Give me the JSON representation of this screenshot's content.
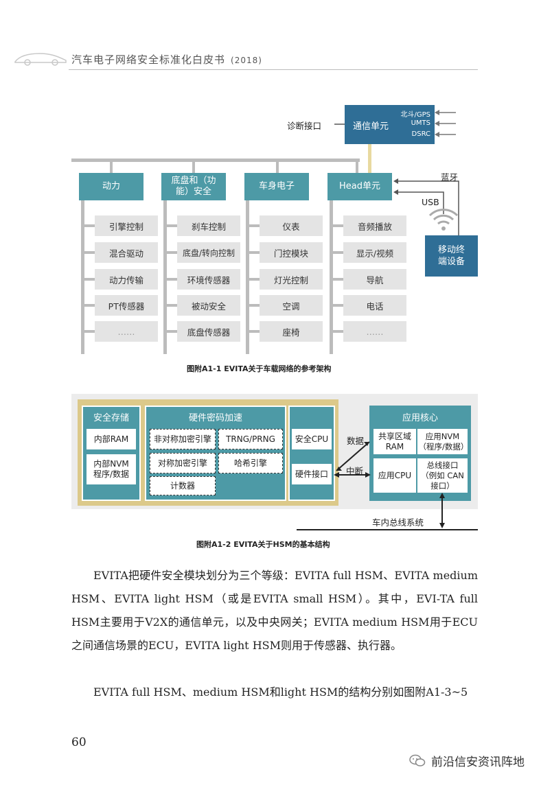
{
  "header": {
    "title": "汽车电子网络安全标准化白皮书",
    "year": "(2018)"
  },
  "fig1": {
    "diag_label": "诊断接口",
    "comm_unit": {
      "title": "通信单元",
      "links": [
        "北斗/GPS",
        "UMTS",
        "DSRC"
      ]
    },
    "bluetooth": "蓝牙",
    "usb": "USB",
    "mobile": "移动终端设备",
    "domains": [
      {
        "title": "动力",
        "items": [
          "引擎控制",
          "混合驱动",
          "动力传输",
          "PT传感器",
          "……"
        ]
      },
      {
        "title": "底盘和（功能）安全",
        "items": [
          "刹车控制",
          "底盘/转向控制",
          "环境传感器",
          "被动安全",
          "底盘传感器"
        ]
      },
      {
        "title": "车身电子",
        "items": [
          "仪表",
          "门控模块",
          "灯光控制",
          "空调",
          "座椅"
        ]
      },
      {
        "title": "Head单元",
        "items": [
          "音频播放",
          "显示/视频",
          "导航",
          "电话",
          "……"
        ]
      }
    ],
    "caption": "图附A1-1 EVITA关于车载网络的参考架构"
  },
  "fig2": {
    "storage": {
      "title": "安全存储",
      "items": [
        "内部RAM",
        "内部NVM 程序/数据"
      ]
    },
    "crypto": {
      "title": "硬件密码加速",
      "items": [
        "非对称加密引擎",
        "TRNG/PRNG",
        "对称加密引擎",
        "哈希引擎",
        "计数器"
      ]
    },
    "secure_cpu": "安全CPU",
    "hw_interface": "硬件接口",
    "data_label": "数据",
    "interrupt_label": "中断",
    "app_core": {
      "title": "应用核心",
      "shared_ram": "共享区域 RAM",
      "app_nvm": "应用NVM （程序/数据）",
      "app_cpu": "应用CPU",
      "bus_if": "总线接口 （例如 CAN接口）"
    },
    "bus_label": "车内总线系统",
    "caption": "图附A1-2 EVITA关于HSM的基本结构"
  },
  "body": {
    "para1": "EVITA把硬件安全模块划分为三个等级：EVITA full HSM、EVITA medium HSM、EVITA light HSM（或是EVITA small HSM）。其中，EVI-TA full HSM主要用于V2X的通信单元，以及中央网关；EVITA medium HSM用于ECU之间通信场景的ECU，EVITA light HSM则用于传感器、执行器。",
    "para2": "EVITA full HSM、medium HSM和light HSM的结构分别如图附A1-3~5"
  },
  "page_number": "60",
  "watermark": "前沿信安资讯阵地",
  "colors": {
    "teal": "#4d9aa6",
    "navy": "#2f6e96",
    "gold": "#dcc98a",
    "gray_item": "#e4e4e4"
  }
}
